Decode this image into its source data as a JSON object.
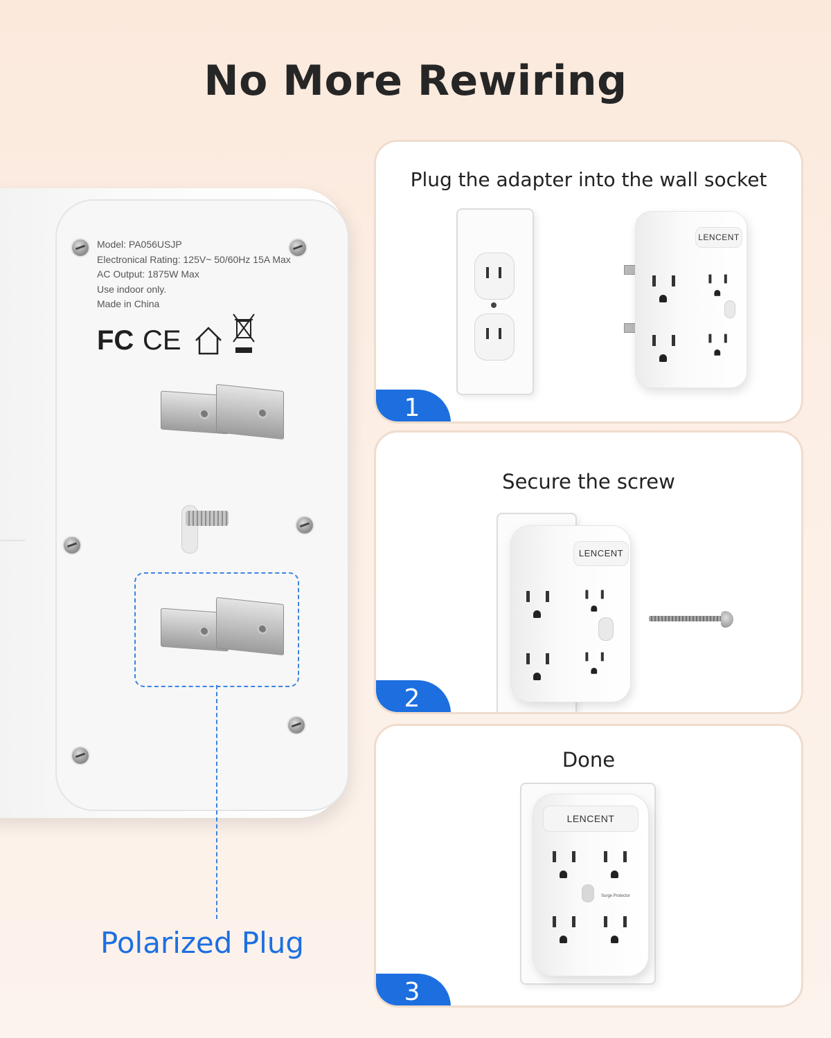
{
  "title": "No More Rewiring",
  "adapter": {
    "specs": [
      "Model: PA056USJP",
      "Electronical Rating: 125V~ 50/60Hz 15A Max",
      "AC Output: 1875W Max",
      "Use indoor only.",
      "Made in China"
    ],
    "cert_marks": [
      "FC",
      "CE"
    ]
  },
  "callout_label": "Polarized Plug",
  "callout_color": "#1d6fe0",
  "steps": [
    {
      "number": "1",
      "title": "Plug the adapter into the wall socket",
      "brand": "LENCENT"
    },
    {
      "number": "2",
      "title": "Secure the screw",
      "brand": "LENCENT"
    },
    {
      "number": "3",
      "title": "Done",
      "brand": "LENCENT",
      "surge_text": "Surge Protector"
    }
  ]
}
